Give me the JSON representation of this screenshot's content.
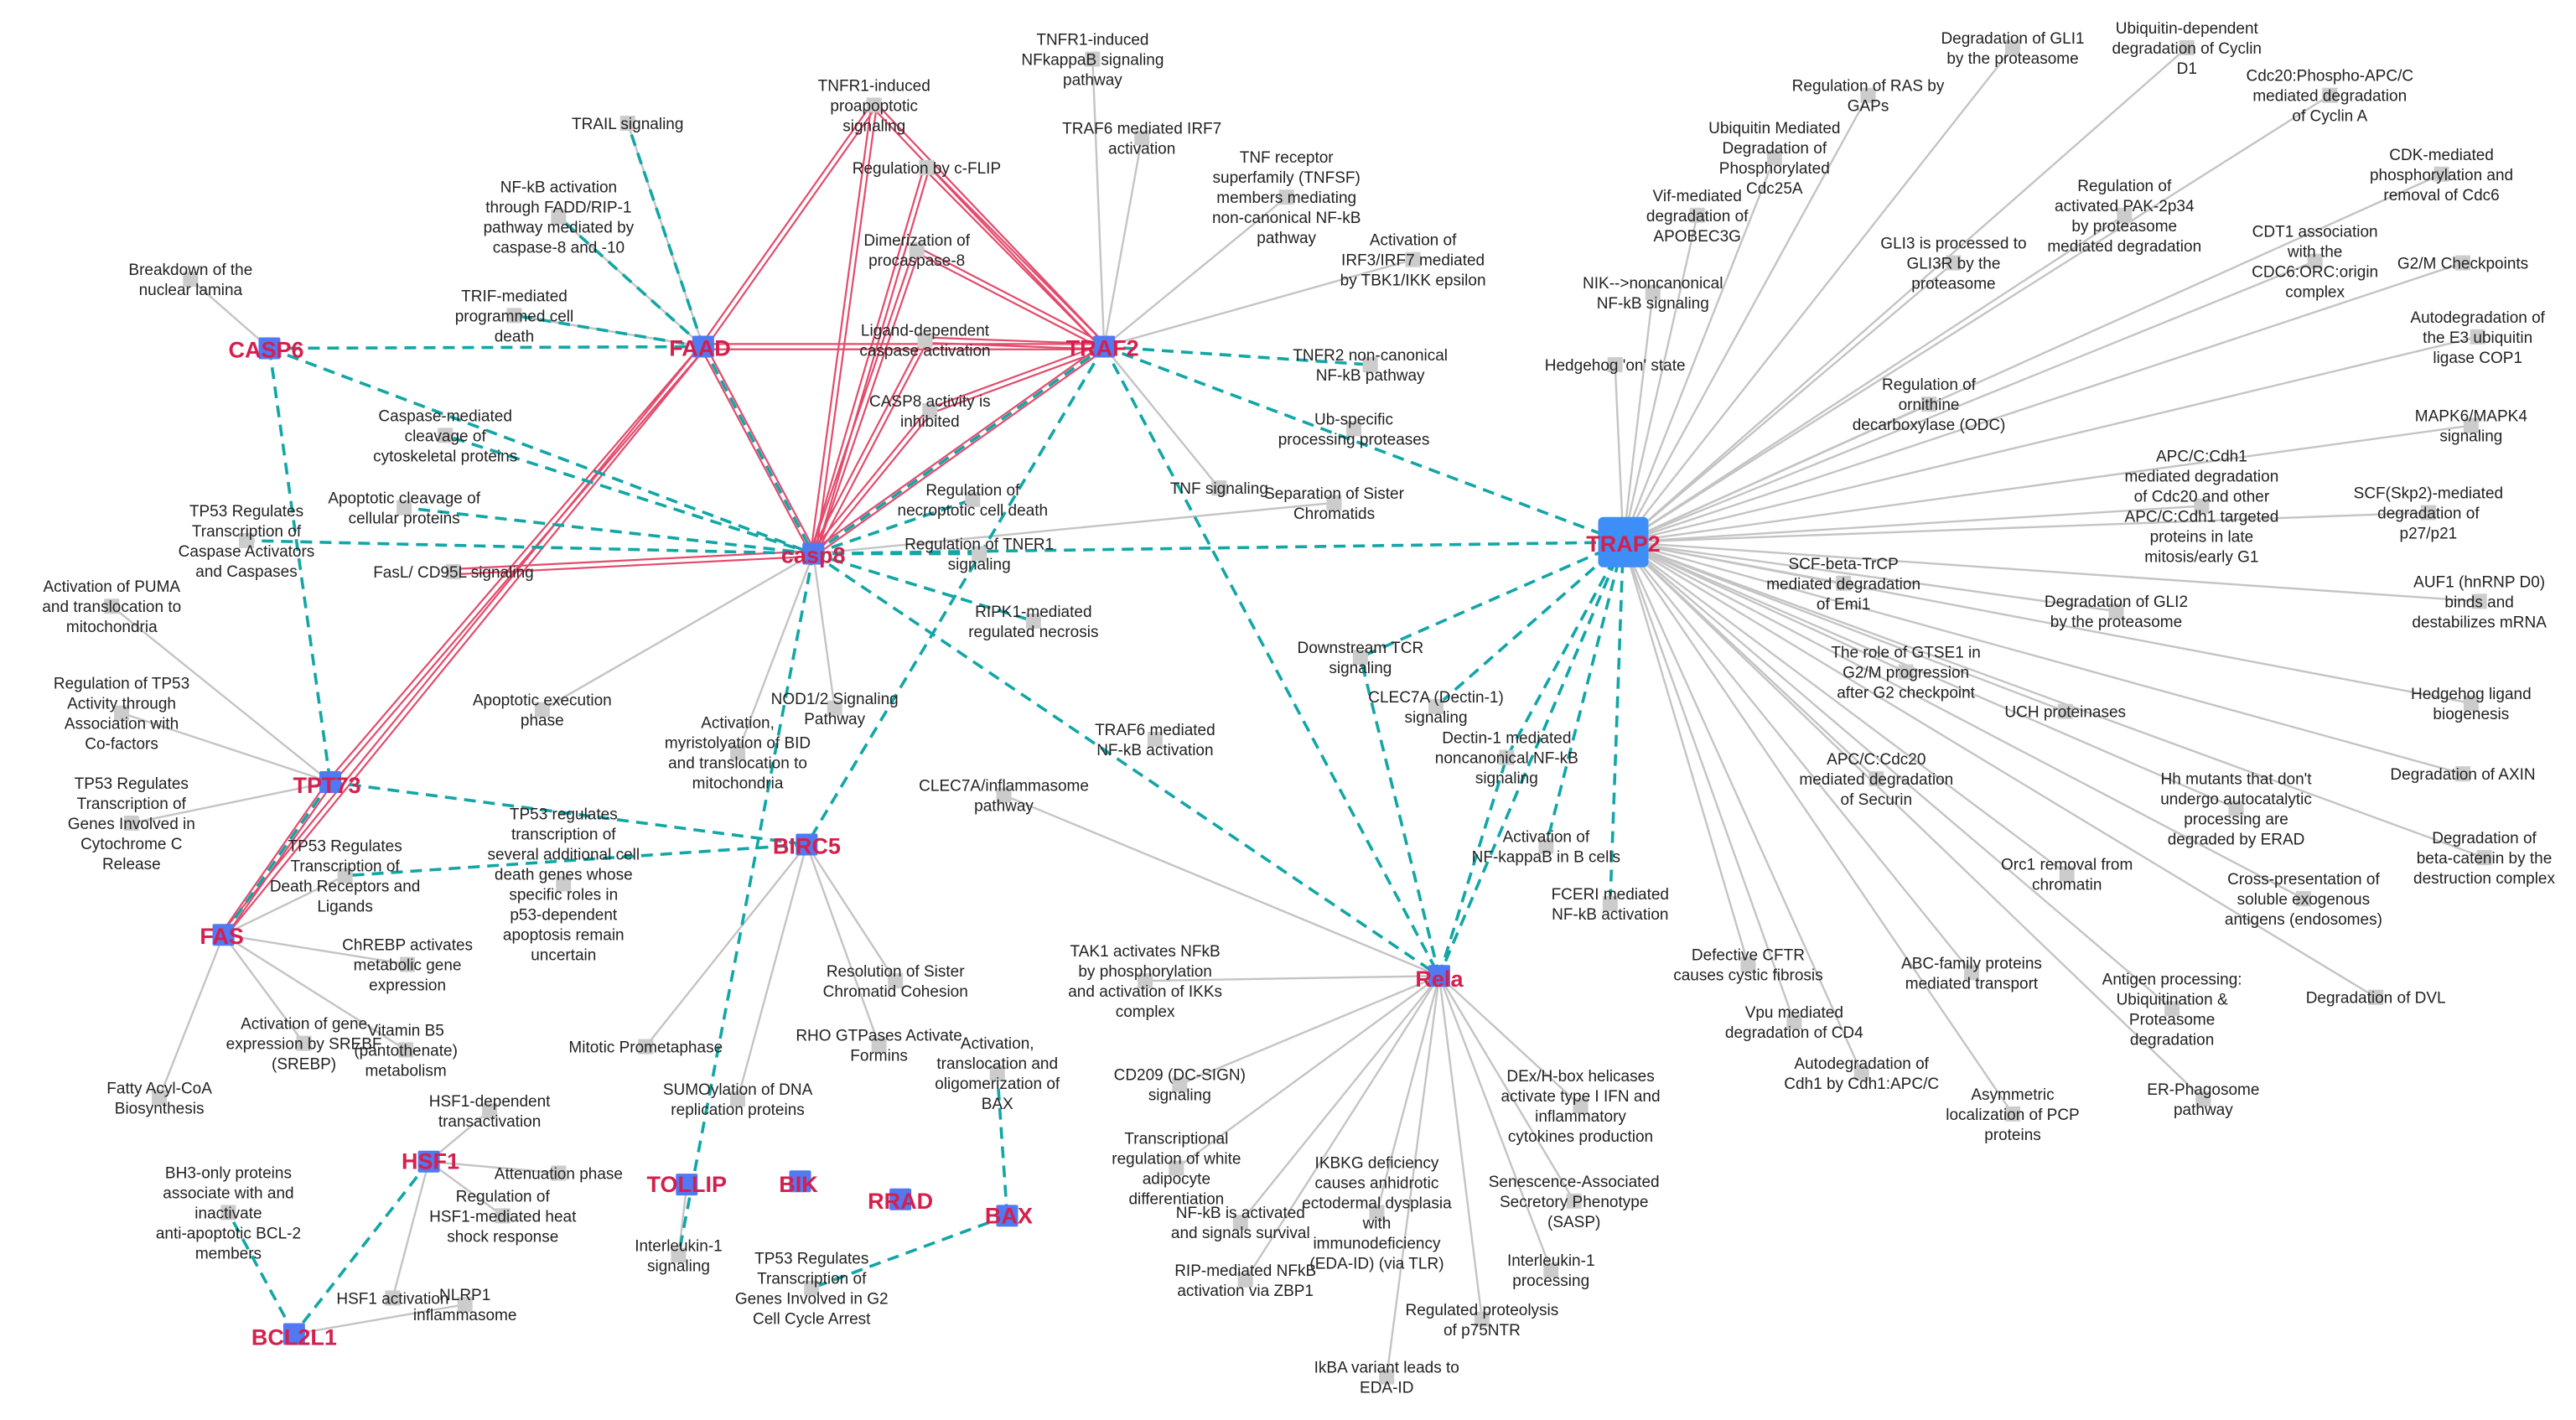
{
  "colors": {
    "gene_label": "#d51f4d",
    "gene_node": "#5079f2",
    "hub_node": "#3d8ef7",
    "pathway_node": "#cccccc",
    "pathway_edge": "#c4c4c4",
    "interaction_edge": "#12a6a6",
    "coexpression_edge": "#e34b6c"
  },
  "genes": [
    {
      "id": "CASP6",
      "label": "CASP6"
    },
    {
      "id": "FAAD",
      "label": "FAAD"
    },
    {
      "id": "TRAF2",
      "label": "TRAF2"
    },
    {
      "id": "casp8",
      "label": "casp8"
    },
    {
      "id": "TRAP2",
      "label": "TRAP2"
    },
    {
      "id": "TP73",
      "label": "TPT73"
    },
    {
      "id": "FAS",
      "label": "FAS"
    },
    {
      "id": "BIRC5",
      "label": "BIRC5"
    },
    {
      "id": "Rela",
      "label": "Rela"
    },
    {
      "id": "HSF1",
      "label": "HSF1"
    },
    {
      "id": "TOLLIP",
      "label": "TOLLIP"
    },
    {
      "id": "BIK",
      "label": "BIK"
    },
    {
      "id": "RRAD",
      "label": "RRAD"
    },
    {
      "id": "BAX",
      "label": "BAX"
    },
    {
      "id": "BCL2L1",
      "label": "BCL2L1"
    }
  ],
  "pathways": [
    {
      "id": "p1",
      "lines": [
        "Breakdown of the",
        "nuclear lamina"
      ]
    },
    {
      "id": "p2",
      "lines": [
        "TRAIL signaling"
      ]
    },
    {
      "id": "p3",
      "lines": [
        "NF-kB activation",
        "through FADD/RIP-1",
        "pathway mediated by",
        "caspase-8 and -10"
      ]
    },
    {
      "id": "p4",
      "lines": [
        "TRIF-mediated",
        "programmed cell",
        "death"
      ]
    },
    {
      "id": "p5",
      "lines": [
        "TNFR1-induced",
        "proapoptotic",
        "signaling"
      ]
    },
    {
      "id": "p6",
      "lines": [
        "Regulation by c-FLIP"
      ]
    },
    {
      "id": "p7",
      "lines": [
        "Dimerization of",
        "procaspase-8"
      ]
    },
    {
      "id": "p8",
      "lines": [
        "Ligand-dependent",
        "caspase activation"
      ]
    },
    {
      "id": "p9",
      "lines": [
        "CASP8 activity is",
        "inhibited"
      ]
    },
    {
      "id": "p10",
      "lines": [
        "TNFR1-induced",
        "NFkappaB signaling",
        "pathway"
      ]
    },
    {
      "id": "p11",
      "lines": [
        "TRAF6 mediated IRF7",
        "activation"
      ]
    },
    {
      "id": "p12",
      "lines": [
        "TNF receptor",
        "superfamily (TNFSF)",
        "members mediating",
        "non-canonical NF-kB",
        "pathway"
      ]
    },
    {
      "id": "p13",
      "lines": [
        "Activation of",
        "IRF3/IRF7 mediated",
        "by TBK1/IKK epsilon"
      ]
    },
    {
      "id": "p14",
      "lines": [
        "TNFR2 non-canonical",
        "NF-kB pathway"
      ]
    },
    {
      "id": "p15",
      "lines": [
        "Ub-specific",
        "processing proteases"
      ]
    },
    {
      "id": "p16",
      "lines": [
        "Caspase-mediated",
        "cleavage of",
        "cytoskeletal proteins"
      ]
    },
    {
      "id": "p17",
      "lines": [
        "Apoptotic cleavage of",
        "cellular proteins"
      ]
    },
    {
      "id": "p18",
      "lines": [
        "TP53 Regulates",
        "Transcription of",
        "Caspase Activators",
        "and Caspases"
      ]
    },
    {
      "id": "p19",
      "lines": [
        "FasL/ CD95L signaling"
      ]
    },
    {
      "id": "p20",
      "lines": [
        "Regulation of",
        "necroptotic cell death"
      ]
    },
    {
      "id": "p21",
      "lines": [
        "Regulation of TNFR1",
        "signaling"
      ]
    },
    {
      "id": "p22",
      "lines": [
        "RIPK1-mediated",
        "regulated necrosis"
      ]
    },
    {
      "id": "p23",
      "lines": [
        "TNF signaling"
      ]
    },
    {
      "id": "p24",
      "lines": [
        "Separation of Sister",
        "Chromatids"
      ]
    },
    {
      "id": "p25",
      "lines": [
        "Activation of PUMA",
        "and translocation to",
        "mitochondria"
      ]
    },
    {
      "id": "p26",
      "lines": [
        "Regulation of TP53",
        "Activity through",
        "Association with",
        "Co-factors"
      ]
    },
    {
      "id": "p27",
      "lines": [
        "TP53 Regulates",
        "Transcription of",
        "Genes Involved in",
        "Cytochrome C",
        "Release"
      ]
    },
    {
      "id": "p28",
      "lines": [
        "Apoptotic execution",
        "phase"
      ]
    },
    {
      "id": "p29",
      "lines": [
        "NOD1/2 Signaling",
        "Pathway"
      ]
    },
    {
      "id": "p30",
      "lines": [
        "Activation,",
        "myristolyation of BID",
        "and translocation to",
        "mitochondria"
      ]
    },
    {
      "id": "p31",
      "lines": [
        "TRAF6 mediated",
        "NF-kB activation"
      ]
    },
    {
      "id": "p32",
      "lines": [
        "CLEC7A/inflammasome",
        "pathway"
      ]
    },
    {
      "id": "p33",
      "lines": [
        "TP53 regulates",
        "transcription of",
        "several additional cell",
        "death genes whose",
        "specific roles in",
        "p53-dependent",
        "apoptosis remain",
        "uncertain"
      ]
    },
    {
      "id": "p34",
      "lines": [
        "TP53 Regulates",
        "Transcription of",
        "Death Receptors and",
        "Ligands"
      ]
    },
    {
      "id": "p35",
      "lines": [
        "ChREBP activates",
        "metabolic gene",
        "expression"
      ]
    },
    {
      "id": "p36",
      "lines": [
        "Activation of gene",
        "expression by SREBF",
        "(SREBP)"
      ]
    },
    {
      "id": "p37",
      "lines": [
        "Vitamin B5",
        "(pantothenate)",
        "metabolism"
      ]
    },
    {
      "id": "p38",
      "lines": [
        "Fatty Acyl-CoA",
        "Biosynthesis"
      ]
    },
    {
      "id": "p39",
      "lines": [
        "Resolution of Sister",
        "Chromatid Cohesion"
      ]
    },
    {
      "id": "p40",
      "lines": [
        "RHO GTPases Activate",
        "Formins"
      ]
    },
    {
      "id": "p41",
      "lines": [
        "Mitotic Prometaphase"
      ]
    },
    {
      "id": "p42",
      "lines": [
        "SUMOylation of DNA",
        "replication proteins"
      ]
    },
    {
      "id": "p43",
      "lines": [
        "Activation,",
        "translocation and",
        "oligomerization of",
        "BAX"
      ]
    },
    {
      "id": "p44",
      "lines": [
        "TP53 Regulates",
        "Transcription of",
        "Genes Involved in G2",
        "Cell Cycle Arrest"
      ]
    },
    {
      "id": "p45",
      "lines": [
        "HSF1-dependent",
        "transactivation"
      ]
    },
    {
      "id": "p46",
      "lines": [
        "Attenuation phase"
      ]
    },
    {
      "id": "p47",
      "lines": [
        "Regulation of",
        "HSF1-mediated heat",
        "shock response"
      ]
    },
    {
      "id": "p48",
      "lines": [
        "HSF1 activation"
      ]
    },
    {
      "id": "p49",
      "lines": [
        "NLRP1",
        "inflammasome"
      ]
    },
    {
      "id": "p50",
      "lines": [
        "BH3-only proteins",
        "associate with and",
        "inactivate",
        "anti-apoptotic BCL-2",
        "members"
      ]
    },
    {
      "id": "p51",
      "lines": [
        "Interleukin-1",
        "signaling"
      ]
    },
    {
      "id": "p52",
      "lines": [
        "Downstream TCR",
        "signaling"
      ]
    },
    {
      "id": "p53",
      "lines": [
        "CLEC7A (Dectin-1)",
        "signaling"
      ]
    },
    {
      "id": "p54",
      "lines": [
        "Dectin-1 mediated",
        "noncanonical NF-kB",
        "signaling"
      ]
    },
    {
      "id": "p55",
      "lines": [
        "Activation of",
        "NF-kappaB in B cells"
      ]
    },
    {
      "id": "p56",
      "lines": [
        "FCERI mediated",
        "NF-kB activation"
      ]
    },
    {
      "id": "p57",
      "lines": [
        "TAK1 activates NFkB",
        "by phosphorylation",
        "and activation of IKKs",
        "complex"
      ]
    },
    {
      "id": "p58",
      "lines": [
        "CD209 (DC-SIGN)",
        "signaling"
      ]
    },
    {
      "id": "p59",
      "lines": [
        "Transcriptional",
        "regulation of white",
        "adipocyte",
        "differentiation"
      ]
    },
    {
      "id": "p60",
      "lines": [
        "NF-kB is activated",
        "and signals survival"
      ]
    },
    {
      "id": "p61",
      "lines": [
        "RIP-mediated NFkB",
        "activation via ZBP1"
      ]
    },
    {
      "id": "p62",
      "lines": [
        "IKBKG deficiency",
        "causes anhidrotic",
        "ectodermal dysplasia",
        "with",
        "immunodeficiency",
        "(EDA-ID) (via TLR)"
      ]
    },
    {
      "id": "p63",
      "lines": [
        "Regulated proteolysis",
        "of p75NTR"
      ]
    },
    {
      "id": "p64",
      "lines": [
        "IkBA variant leads to",
        "EDA-ID"
      ]
    },
    {
      "id": "p65",
      "lines": [
        "Interleukin-1",
        "processing"
      ]
    },
    {
      "id": "p66",
      "lines": [
        "Senescence-Associated",
        "Secretory Phenotype",
        "(SASP)"
      ]
    },
    {
      "id": "p67",
      "lines": [
        "DEx/H-box helicases",
        "activate type I IFN and",
        "inflammatory",
        "cytokines production"
      ]
    },
    {
      "id": "q1",
      "lines": [
        "Degradation of GLI1",
        "by the proteasome"
      ]
    },
    {
      "id": "q2",
      "lines": [
        "Ubiquitin-dependent",
        "degradation of Cyclin",
        "D1"
      ]
    },
    {
      "id": "q3",
      "lines": [
        "Cdc20:Phospho-APC/C",
        "mediated degradation",
        "of Cyclin A"
      ]
    },
    {
      "id": "q4",
      "lines": [
        "Regulation of RAS by",
        "GAPs"
      ]
    },
    {
      "id": "q5",
      "lines": [
        "Ubiquitin Mediated",
        "Degradation of",
        "Phosphorylated",
        "Cdc25A"
      ]
    },
    {
      "id": "q6",
      "lines": [
        "Vif-mediated",
        "degradation of",
        "APOBEC3G"
      ]
    },
    {
      "id": "q7",
      "lines": [
        "NIK-->noncanonical",
        "NF-kB signaling"
      ]
    },
    {
      "id": "q8",
      "lines": [
        "Hedgehog 'on' state"
      ]
    },
    {
      "id": "q9",
      "lines": [
        "Regulation of",
        "activated PAK-2p34",
        "by proteasome",
        "mediated degradation"
      ]
    },
    {
      "id": "q10",
      "lines": [
        "GLI3 is processed to",
        "GLI3R by the",
        "proteasome"
      ]
    },
    {
      "id": "q11",
      "lines": [
        "CDK-mediated",
        "phosphorylation and",
        "removal of Cdc6"
      ]
    },
    {
      "id": "q12",
      "lines": [
        "CDT1 association",
        "with the",
        "CDC6:ORC:origin",
        "complex"
      ]
    },
    {
      "id": "q13",
      "lines": [
        "G2/M Checkpoints"
      ]
    },
    {
      "id": "q14",
      "lines": [
        "Autodegradation of",
        "the E3 ubiquitin",
        "ligase COP1"
      ]
    },
    {
      "id": "q15",
      "lines": [
        "Regulation of",
        "ornithine",
        "decarboxylase (ODC)"
      ]
    },
    {
      "id": "q16",
      "lines": [
        "APC/C:Cdh1",
        "mediated degradation",
        "of Cdc20 and other",
        "APC/C:Cdh1 targeted",
        "proteins in late",
        "mitosis/early G1"
      ]
    },
    {
      "id": "q17",
      "lines": [
        "MAPK6/MAPK4",
        "signaling"
      ]
    },
    {
      "id": "q18",
      "lines": [
        "SCF(Skp2)-mediated",
        "degradation of",
        "p27/p21"
      ]
    },
    {
      "id": "q19",
      "lines": [
        "SCF-beta-TrCP",
        "mediated degradation",
        "of Emi1"
      ]
    },
    {
      "id": "q20",
      "lines": [
        "Degradation of GLI2",
        "by the proteasome"
      ]
    },
    {
      "id": "q21",
      "lines": [
        "AUF1 (hnRNP D0)",
        "binds and",
        "destabilizes mRNA"
      ]
    },
    {
      "id": "q22",
      "lines": [
        "The role of GTSE1 in",
        "G2/M progression",
        "after G2 checkpoint"
      ]
    },
    {
      "id": "q23",
      "lines": [
        "UCH proteinases"
      ]
    },
    {
      "id": "q24",
      "lines": [
        "Hedgehog ligand",
        "biogenesis"
      ]
    },
    {
      "id": "q25",
      "lines": [
        "APC/C:Cdc20",
        "mediated degradation",
        "of Securin"
      ]
    },
    {
      "id": "q26",
      "lines": [
        "Hh mutants that don't",
        "undergo autocatalytic",
        "processing are",
        "degraded by ERAD"
      ]
    },
    {
      "id": "q27",
      "lines": [
        "Degradation of AXIN"
      ]
    },
    {
      "id": "q28",
      "lines": [
        "Orc1 removal from",
        "chromatin"
      ]
    },
    {
      "id": "q29",
      "lines": [
        "Cross-presentation of",
        "soluble exogenous",
        "antigens (endosomes)"
      ]
    },
    {
      "id": "q30",
      "lines": [
        "Degradation of",
        "beta-catenin by the",
        "destruction complex"
      ]
    },
    {
      "id": "q31",
      "lines": [
        "Defective CFTR",
        "causes cystic fibrosis"
      ]
    },
    {
      "id": "q32",
      "lines": [
        "ABC-family proteins",
        "mediated transport"
      ]
    },
    {
      "id": "q33",
      "lines": [
        "Antigen processing:",
        "Ubiquitination &",
        "Proteasome",
        "degradation"
      ]
    },
    {
      "id": "q34",
      "lines": [
        "Degradation of DVL"
      ]
    },
    {
      "id": "q35",
      "lines": [
        "Vpu mediated",
        "degradation of CD4"
      ]
    },
    {
      "id": "q36",
      "lines": [
        "Autodegradation of",
        "Cdh1 by Cdh1:APC/C"
      ]
    },
    {
      "id": "q37",
      "lines": [
        "Asymmetric",
        "localization of PCP",
        "proteins"
      ]
    },
    {
      "id": "q38",
      "lines": [
        "ER-Phagosome",
        "pathway"
      ]
    }
  ]
}
